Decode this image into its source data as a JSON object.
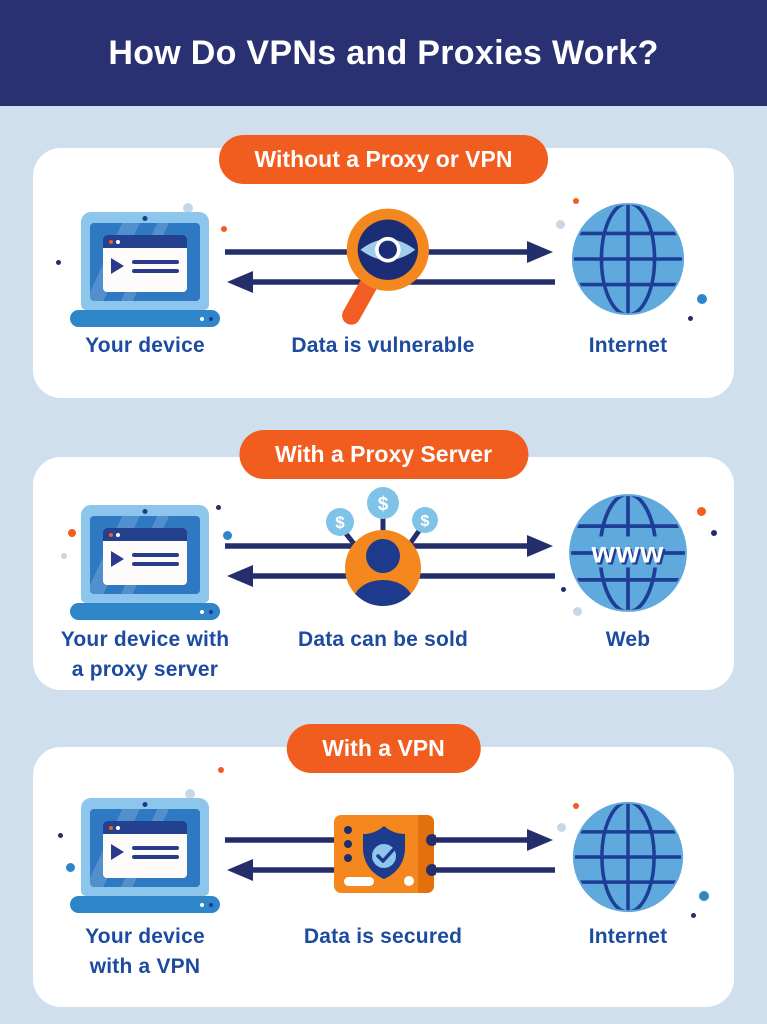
{
  "header": {
    "title": "How Do VPNs and Proxies Work?"
  },
  "sections": [
    {
      "badge": "Without a Proxy or VPN",
      "device_label": "Your device",
      "middle_label": "Data is vulnerable",
      "right_label": "Internet",
      "device_icon": "laptop-icon",
      "middle_icon": "magnifier-eye-icon",
      "right_icon": "globe-icon"
    },
    {
      "badge": "With a Proxy Server",
      "device_label": "Your device with\na proxy server",
      "middle_label": "Data can be sold",
      "right_label": "Web",
      "globe_text": "www",
      "dollar_symbol": "$",
      "device_icon": "laptop-icon",
      "middle_icon": "person-dollars-icon",
      "right_icon": "www-globe-icon"
    },
    {
      "badge": "With a VPN",
      "device_label": "Your device\nwith a VPN",
      "middle_label": "Data is secured",
      "right_label": "Internet",
      "device_icon": "laptop-icon",
      "middle_icon": "shield-check-icon",
      "right_icon": "globe-icon"
    }
  ],
  "icons": [
    "laptop-icon",
    "magnifier-eye-icon",
    "person-dollars-icon",
    "shield-check-icon",
    "globe-icon",
    "www-globe-icon",
    "right-arrow-icon",
    "left-arrow-icon"
  ],
  "colors": {
    "header_bg": "#2a3172",
    "page_bg": "#cfdfee",
    "card_bg": "#ffffff",
    "badge_orange": "#f15c1f",
    "icon_orange": "#f5871f",
    "label_blue": "#1c4ba0",
    "arrow_navy": "#232e6b",
    "globe_blue": "#5fa9dc",
    "globe_line": "#1d3d96"
  }
}
